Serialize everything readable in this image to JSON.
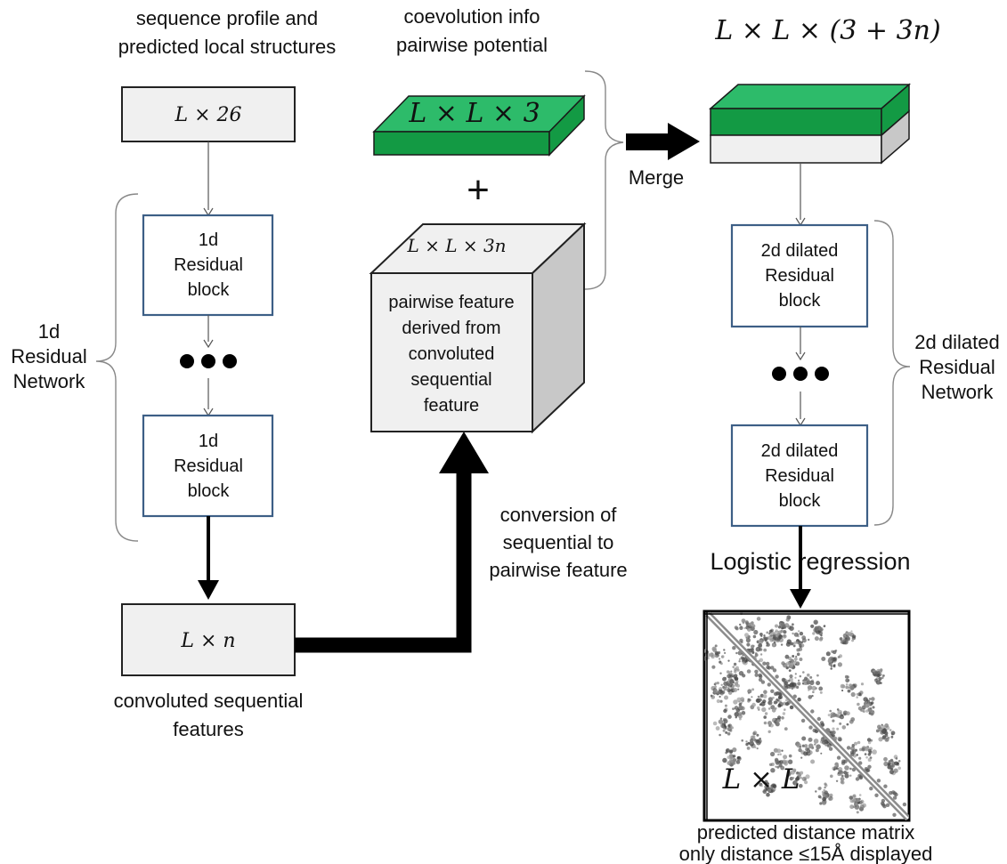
{
  "left_column": {
    "top_caption": [
      "sequence profile and",
      "predicted local structures"
    ],
    "input_dim": "L × 26",
    "block_1": [
      "1d",
      "Residual",
      "block"
    ],
    "block_2": [
      "1d",
      "Residual",
      "block"
    ],
    "network_label": [
      "1d",
      "Residual",
      "Network"
    ],
    "output_dim": "L × n",
    "bottom_caption": [
      "convoluted sequential",
      "features"
    ]
  },
  "middle_column": {
    "top_caption": [
      "coevolution info",
      "pairwise potential"
    ],
    "green_slab_dim": "L × L × 3",
    "plus_sign": "+",
    "cube_dim": "L × L × 3n",
    "cube_text": [
      "pairwise feature",
      "derived from",
      "convoluted",
      "sequential",
      "feature"
    ],
    "conversion_caption": [
      "conversion of",
      "sequential to",
      "pairwise feature"
    ]
  },
  "merge": {
    "label": "Merge"
  },
  "right_column": {
    "merged_dim": "L × L × (3 + 3n)",
    "block_1": [
      "2d dilated",
      "Residual",
      "block"
    ],
    "block_2": [
      "2d dilated",
      "Residual",
      "block"
    ],
    "network_label": [
      "2d dilated",
      "Residual",
      "Network"
    ],
    "regression_label": "Logistic regression",
    "matrix_dim": "L × L",
    "bottom_caption": [
      "predicted distance matrix",
      "only distance ≤15Å displayed"
    ]
  },
  "colors": {
    "green_top": "#2dbb6a",
    "green_side": "#139a44",
    "grey_face": "#f0f0f0",
    "grey_side": "#c8c8c8",
    "block_border": "#3d5f86"
  }
}
